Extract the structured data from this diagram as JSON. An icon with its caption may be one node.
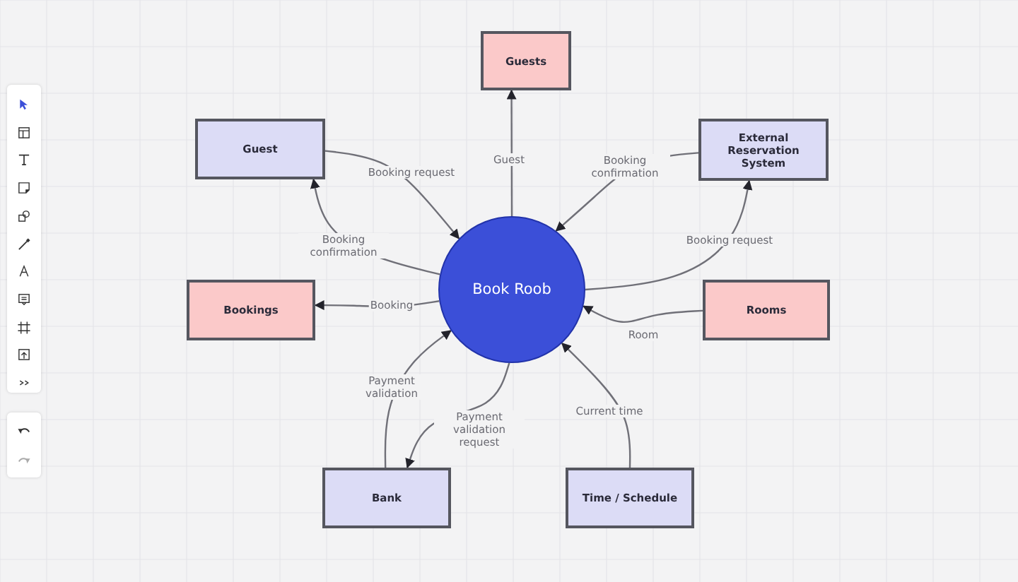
{
  "diagram": {
    "nodes": [
      {
        "text": [
          "Book Roob"
        ]
      },
      {
        "text": [
          "Guests"
        ]
      },
      {
        "text": [
          "Guest"
        ]
      },
      {
        "text": [
          "External Reservation System"
        ]
      },
      {
        "text": [
          "Bookings"
        ]
      },
      {
        "text": [
          "Rooms"
        ]
      },
      {
        "text": [
          "Bank"
        ]
      },
      {
        "text": [
          "Time / Schedule"
        ]
      }
    ],
    "edges": [
      {
        "from": 0,
        "to": 1,
        "arrow": "to",
        "label": "Guest"
      },
      {
        "from": 2,
        "to": 0,
        "arrow": "to",
        "label": "Booking request"
      },
      {
        "from": 0,
        "to": 2,
        "arrow": "to",
        "label": "Booking confirmation"
      },
      {
        "from": 3,
        "to": 0,
        "arrow": "to",
        "label": "Booking confirmation"
      },
      {
        "from": 0,
        "to": 3,
        "arrow": "to",
        "label": "Booking request"
      },
      {
        "from": 0,
        "to": 4,
        "arrow": "to",
        "label": "Booking"
      },
      {
        "from": 5,
        "to": 0,
        "arrow": "to",
        "label": "Room"
      },
      {
        "from": 6,
        "to": 0,
        "arrow": "to",
        "label": "Payment validation"
      },
      {
        "from": 0,
        "to": 6,
        "arrow": "to",
        "label": "Payment validation request"
      },
      {
        "from": 7,
        "to": 0,
        "arrow": "to",
        "label": "Current time"
      }
    ]
  }
}
